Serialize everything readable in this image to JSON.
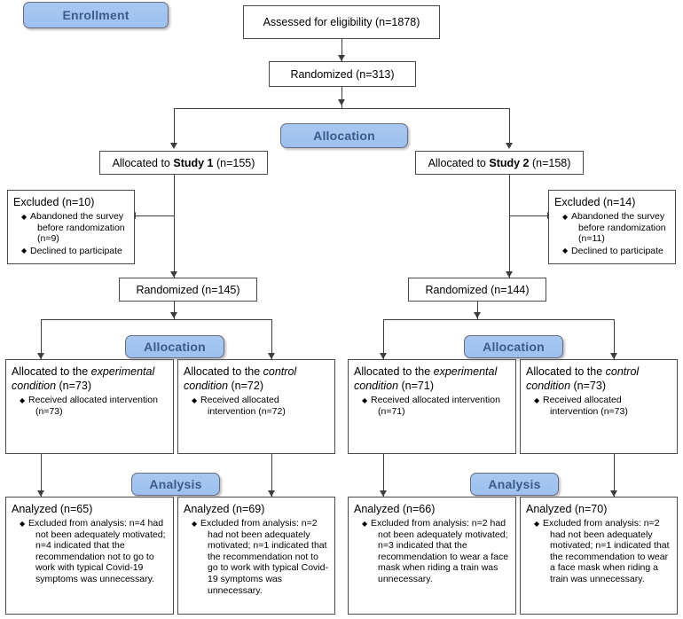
{
  "diagram": {
    "title": "CONSORT flow diagram",
    "accent_blue": "#9dc0ef",
    "badge_text_color": "#3c5a8a",
    "line_color": "#3d3d3d",
    "bullet_glyph": "◆"
  },
  "phases": {
    "enrollment": "Enrollment",
    "allocation_top": "Allocation",
    "allocation_left": "Allocation",
    "allocation_right": "Allocation",
    "analysis_left": "Analysis",
    "analysis_right": "Analysis"
  },
  "enrollment": {
    "assessed": "Assessed for eligibility (n=1878)",
    "randomized": "Randomized  (n=313)"
  },
  "allocation_top": {
    "study1": {
      "prefix": "Allocated to ",
      "strong": "Study 1",
      "suffix": " (n=155)"
    },
    "study2": {
      "prefix": "Allocated to ",
      "strong": "Study 2",
      "suffix": " (n=158)"
    }
  },
  "excluded": {
    "left": {
      "heading": "Excluded  (n=10)",
      "items": [
        "Abandoned the survey before randomization (n=9)",
        "Declined to participate"
      ]
    },
    "right": {
      "heading": "Excluded  (n=14)",
      "items": [
        "Abandoned the survey before randomization (n=11)",
        "Declined to participate"
      ]
    }
  },
  "randomized_second": {
    "left": "Randomized  (n=145)",
    "right": "Randomized  (n=144)"
  },
  "allocation_boxes": [
    {
      "id": "study1-experimental",
      "head_pre": "Allocated to the ",
      "head_ital": "experimental condition",
      "head_post": " (n=73)",
      "items": [
        "Received allocated intervention (n=73)"
      ]
    },
    {
      "id": "study1-control",
      "head_pre": "Allocated to the ",
      "head_ital": "control condition",
      "head_post": " (n=72)",
      "items": [
        "Received allocated intervention (n=72)"
      ]
    },
    {
      "id": "study2-experimental",
      "head_pre": "Allocated to the ",
      "head_ital": "experimental condition",
      "head_post": " (n=71)",
      "items": [
        "Received allocated intervention (n=71)"
      ]
    },
    {
      "id": "study2-control",
      "head_pre": "Allocated to the ",
      "head_ital": "control condition",
      "head_post": " (n=73)",
      "items": [
        "Received allocated intervention (n=73)"
      ]
    }
  ],
  "analysis_boxes": [
    {
      "id": "study1-experimental-analysis",
      "heading": "Analyzed (n=65)",
      "items": [
        "Excluded from analysis: n=4 had not been adequately motivated; n=4 indicated that the recommendation not to go to work with typical Covid-19 symptoms was unnecessary."
      ]
    },
    {
      "id": "study1-control-analysis",
      "heading": "Analyzed (n=69)",
      "items": [
        "Excluded from analysis: n=2 had not been adequately motivated; n=1 indicated that the recommendation not to go to work with typical Covid-19 symptoms was unnecessary."
      ]
    },
    {
      "id": "study2-experimental-analysis",
      "heading": "Analyzed (n=66)",
      "items": [
        "Excluded from analysis: n=2 had not been adequately motivated; n=3 indicated that the recommendation to wear a face mask when riding a train was unnecessary."
      ]
    },
    {
      "id": "study2-control-analysis",
      "heading": "Analyzed (n=70)",
      "items": [
        "Excluded from analysis: n=2 had not been adequately motivated; n=1 indicated that the recommendation to wear a face mask when riding a train was unnecessary."
      ]
    }
  ]
}
